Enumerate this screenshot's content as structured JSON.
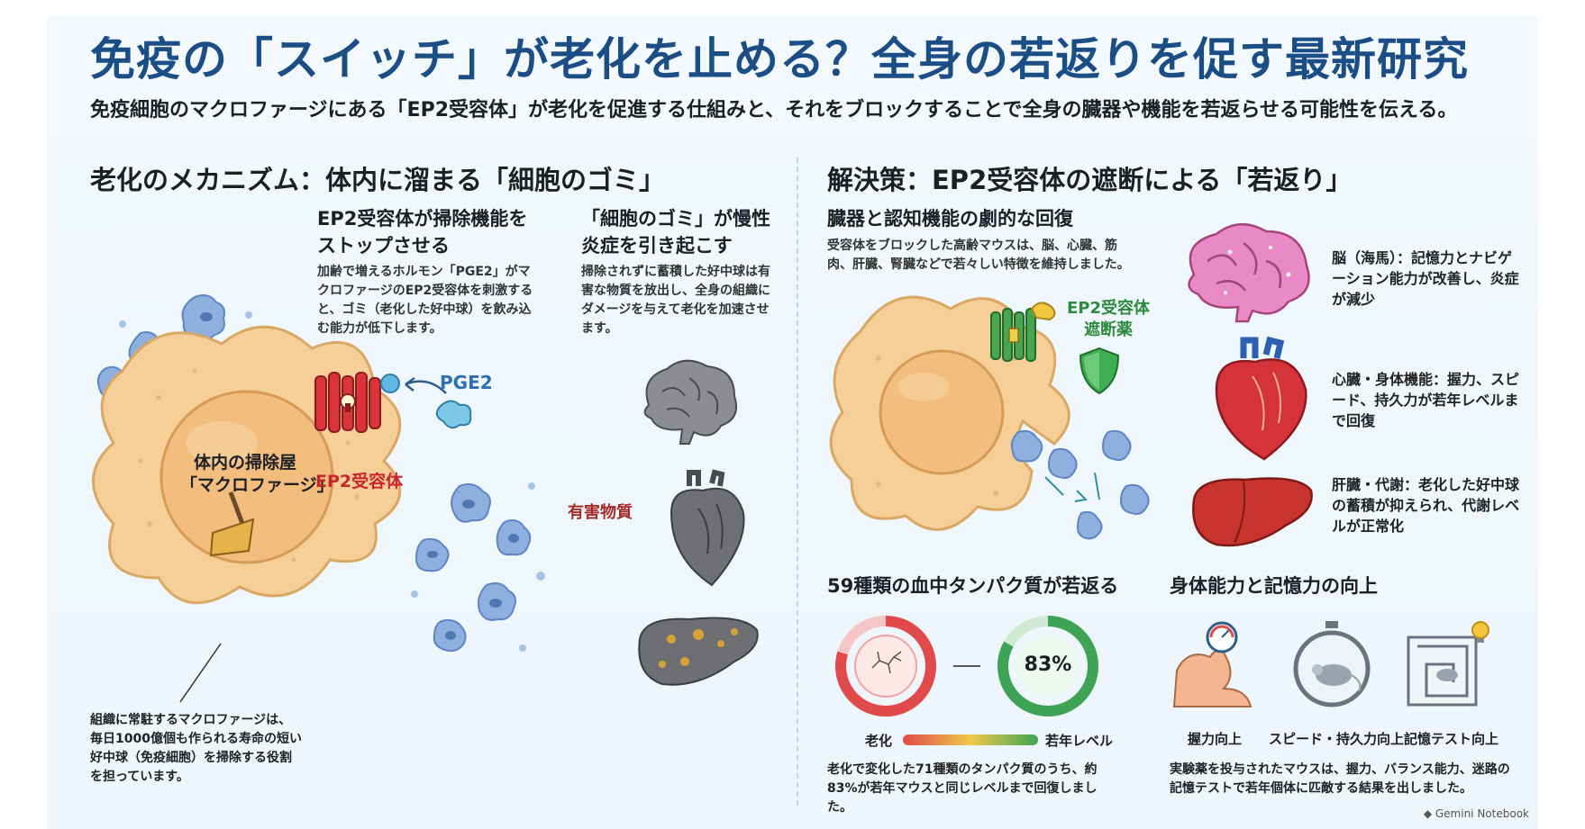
{
  "title": "免疫の「スイッチ」が老化を止める？全身の若返りを促す最新研究",
  "subtitle": "免疫細胞のマクロファージにある「EP2受容体」が老化を促進する仕組みと、それをブロックすることで全身の臓器や機能を若返らせる可能性を伝える。",
  "left": {
    "heading": "老化のメカニズム：体内に溜まる「細胞のゴミ」",
    "block1": {
      "title": "EP2受容体が掃除機能をストップさせる",
      "body": "加齢で増えるホルモン「PGE2」がマクロファージのEP2受容体を刺激すると、ゴミ（老化した好中球）を飲み込む能力が低下します。"
    },
    "block2": {
      "title": "「細胞のゴミ」が慢性炎症を引き起こす",
      "body": "掃除されずに蓄積した好中球は有害な物質を放出し、全身の組織にダメージを与えて老化を加速させます。"
    },
    "labels": {
      "pge2": "PGE2",
      "ep2": "EP2受容体",
      "macrophage_line1": "体内の掃除屋",
      "macrophage_line2": "「マクロファージ」",
      "harmful": "有害物質"
    },
    "caption": "組織に常駐するマクロファージは、毎日1000億個も作られる寿命の短い好中球（免疫細胞）を掃除する役割を担っています。"
  },
  "right": {
    "heading": "解決策：EP2受容体の遮断による「若返り」",
    "organs": {
      "title": "臓器と認知機能の劇的な回復",
      "body": "受容体をブロックした高齢マウスは、脳、心臓、筋肉、肝臓、腎臓などで若々しい特徴を維持しました。",
      "blocker_line1": "EP2受容体",
      "blocker_line2": "遮断薬",
      "items": [
        {
          "icon": "brain-icon",
          "text": "脳（海馬）：記憶力とナビゲーション能力が改善し、炎症が減少"
        },
        {
          "icon": "heart-icon",
          "text": "心臓・身体機能：握力、スピード、持久力が若年レベルまで回復"
        },
        {
          "icon": "liver-icon",
          "text": "肝臓・代謝：老化した好中球の蓄積が抑えられ、代謝レベルが正常化"
        }
      ]
    },
    "protein": {
      "title": "59種類の血中タンパク質が若返る",
      "percent": 83,
      "percent_label": "83%",
      "gauge_left": "老化",
      "gauge_right": "若年レベル",
      "body": "老化で変化した71種類のタンパク質のうち、約83%が若年マウスと同じレベルまで回復しました。"
    },
    "ability": {
      "title": "身体能力と記憶力の向上",
      "items": [
        {
          "icon": "muscle-gauge-icon",
          "label": "握力向上"
        },
        {
          "icon": "stopwatch-mouse-icon",
          "label": "スピード・持久力向上"
        },
        {
          "icon": "maze-mouse-icon",
          "label": "記憶テスト向上"
        }
      ],
      "body": "実験薬を投与されたマウスは、握力、バランス能力、迷路の記憶テストで若年個体に匹敵する結果を出しました。"
    }
  },
  "colors": {
    "title": "#1c4e86",
    "receptor": "#c8262f",
    "blocker": "#2e8a3e",
    "cell": "#f5cf97",
    "neutrophil": "#7fa5d9"
  },
  "footer": "Gemini Notebook"
}
